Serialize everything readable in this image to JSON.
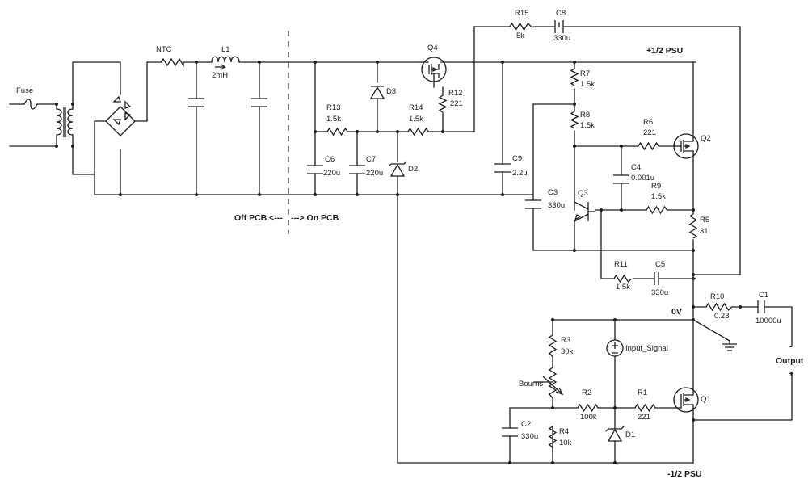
{
  "components": {
    "fuse": "Fuse",
    "ntc": "NTC",
    "l1": "L1",
    "l1_val": "2mH",
    "q4": "Q4",
    "r15": "R15",
    "r15_val": "5k",
    "c8": "C8",
    "c8_val": "330u",
    "d3": "D3",
    "r12": "R12",
    "r12_val": "221",
    "r13": "R13",
    "r13_val": "1.5k",
    "r14": "R14",
    "r14_val": "1.5k",
    "c6": "C6",
    "c6_val": "220u",
    "c7": "C7",
    "c7_val": "220u",
    "d2": "D2",
    "c9": "C9",
    "c9_val": "2.2u",
    "r7": "R7",
    "r7_val": "1.5k",
    "r8": "R8",
    "r8_val": "1.5k",
    "r6": "R6",
    "r6_val": "221",
    "q2": "Q2",
    "c4": "C4",
    "c4_val": "0.001u",
    "r9": "R9",
    "r9_val": "1.5k",
    "q3": "Q3",
    "c3": "C3",
    "c3_val": "330u",
    "r5": "R5",
    "r5_val": "31",
    "r11": "R11",
    "r11_val": "1.5k",
    "c5": "C5",
    "c5_val": "330u",
    "r10": "R10",
    "r10_val": "0.28",
    "c1": "C1",
    "c1_val": "10000u",
    "r3": "R3",
    "r3_val": "30k",
    "bourns": "Bourns",
    "input_signal": "Input_Signal",
    "r2": "R2",
    "r2_val": "100k",
    "r1": "R1",
    "r1_val": "221",
    "q1": "Q1",
    "c2": "C2",
    "c2_val": "330u",
    "r4": "R4",
    "r4_val": "10k",
    "d1": "D1"
  },
  "labels": {
    "pos_psu": "+1/2 PSU",
    "neg_psu": "-1/2 PSU",
    "zero_v": "0V",
    "output": "Output",
    "minus": "-",
    "plus": "+",
    "off_pcb": "Off PCB <---",
    "on_pcb": "---> On PCB"
  },
  "colors": {
    "ink": "#1c1c1c",
    "paper": "#ffffff"
  }
}
